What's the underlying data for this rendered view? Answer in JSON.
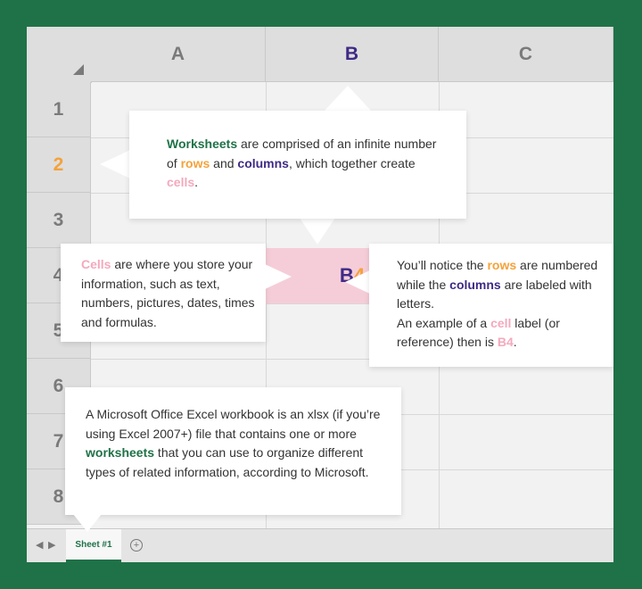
{
  "columns": [
    "A",
    "B",
    "C"
  ],
  "rows": [
    "1",
    "2",
    "3",
    "4",
    "5",
    "6",
    "7",
    "8"
  ],
  "active_cell": {
    "col": "B",
    "row": "4"
  },
  "colors": {
    "background": "#1f7247",
    "green": "#1f7247",
    "orange": "#f5a23a",
    "purple": "#3f2a86",
    "pink": "#f4a9bd",
    "cell_highlight": "#f5cdd8"
  },
  "tabs": {
    "active_tab": "Sheet #1",
    "prev_icon": "caret-left-icon",
    "next_icon": "caret-right-icon",
    "add_icon": "add-sheet-icon"
  },
  "callout_worksheets": {
    "t1": "Worksheets",
    "t2": " are comprised of an infinite number of ",
    "t3": "rows",
    "t4": " and ",
    "t5": "columns",
    "t6": ", which together create ",
    "t7": "cells",
    "t8": "."
  },
  "callout_cells": {
    "t1": "Cells",
    "t2": " are where you store your information, such as text, numbers, pictures, dates, times and formulas."
  },
  "callout_labels": {
    "t1": "You’ll notice the ",
    "t2": "rows",
    "t3": " are numbered while the ",
    "t4": "columns",
    "t5": " are labeled with letters.",
    "t6": "An example of a ",
    "t7": "cell",
    "t8": " label (or reference) then is ",
    "t9": "B4",
    "t10": "."
  },
  "callout_workbook": {
    "t1": "A Microsoft Office Excel workbook is an xlsx (if you’re using Excel 2007+) file that contains one or more ",
    "t2": "worksheets",
    "t3": " that you can use to organize different types of related information, according to Microsoft."
  }
}
